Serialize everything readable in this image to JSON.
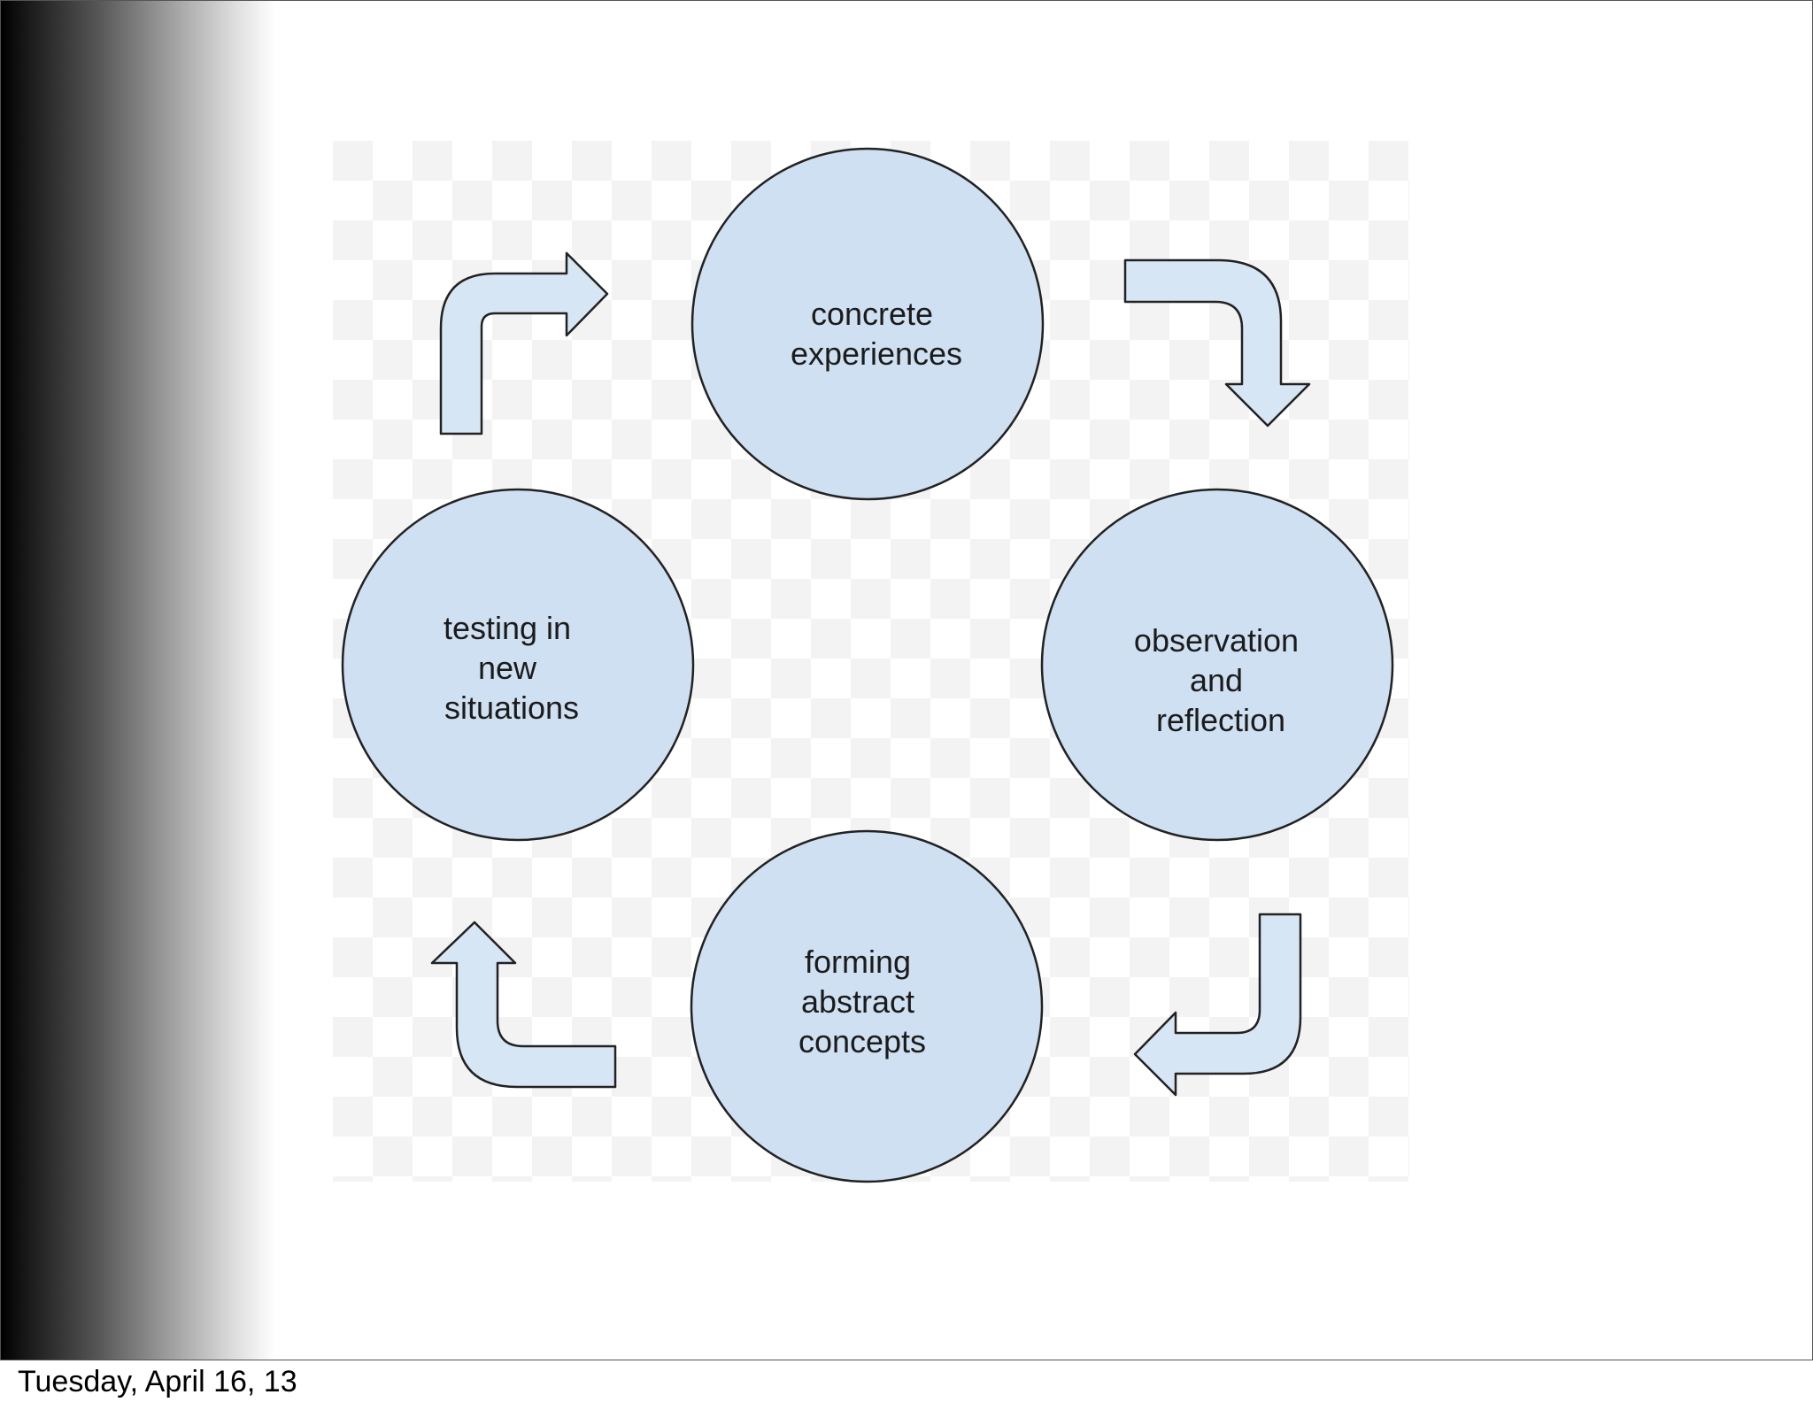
{
  "cycle": {
    "nodes": [
      {
        "id": "concrete",
        "lines": [
          "concrete",
          "experiences"
        ]
      },
      {
        "id": "observation",
        "lines": [
          "observation",
          "and",
          "reflection"
        ]
      },
      {
        "id": "forming",
        "lines": [
          "forming",
          "abstract",
          "concepts"
        ]
      },
      {
        "id": "testing",
        "lines": [
          "testing in",
          "new",
          "situations"
        ]
      }
    ],
    "colors": {
      "node_fill": "#cfe0f2",
      "arrow_fill": "#d7e6f4",
      "outline": "#222222",
      "checker": "#eeeeee"
    },
    "arrow_icons": [
      "curved-arrow-right-icon",
      "curved-arrow-down-icon",
      "curved-arrow-left-icon",
      "curved-arrow-up-icon"
    ]
  },
  "footer": {
    "date": "Tuesday, April 16, 13"
  }
}
